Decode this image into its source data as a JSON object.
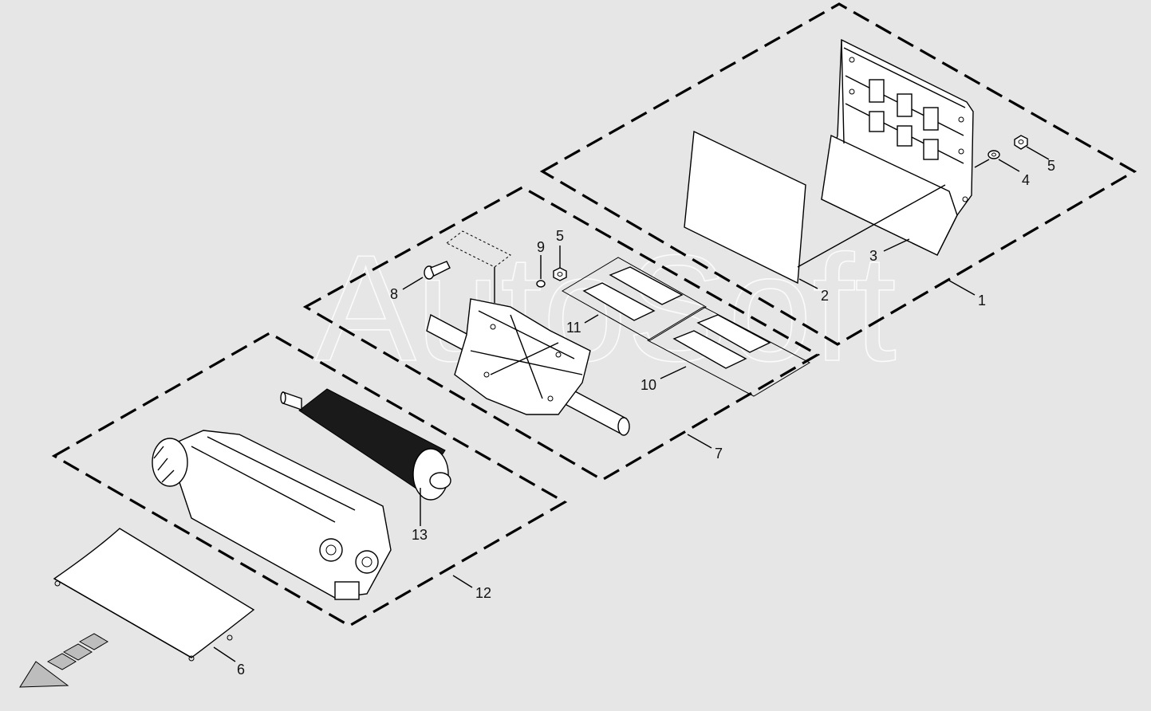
{
  "watermark": "AutoSoft",
  "callouts": [
    {
      "id": "1",
      "text": "1"
    },
    {
      "id": "2",
      "text": "2"
    },
    {
      "id": "3",
      "text": "3"
    },
    {
      "id": "4",
      "text": "4"
    },
    {
      "id": "5a",
      "text": "5"
    },
    {
      "id": "5b",
      "text": "5"
    },
    {
      "id": "6",
      "text": "6"
    },
    {
      "id": "7",
      "text": "7"
    },
    {
      "id": "8",
      "text": "8"
    },
    {
      "id": "9",
      "text": "9"
    },
    {
      "id": "10",
      "text": "10"
    },
    {
      "id": "11",
      "text": "11"
    },
    {
      "id": "12",
      "text": "12"
    },
    {
      "id": "13",
      "text": "13"
    }
  ],
  "colors": {
    "background": "#e6e6e6",
    "line": "#000000",
    "part_fill": "#ffffff",
    "watermark": "#ffffff"
  },
  "icons": {
    "direction_arrow": "dotted-arrow-down-left"
  }
}
